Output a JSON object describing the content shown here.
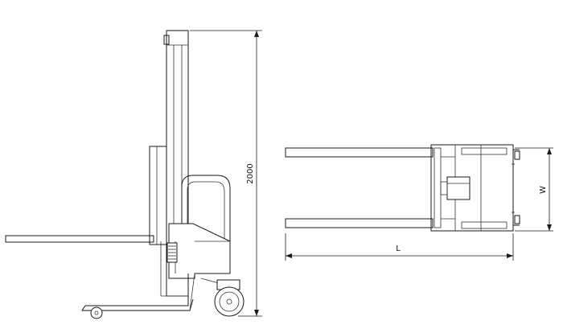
{
  "dimensions": {
    "height_value": "2000",
    "width_label": "W",
    "length_label": "L"
  }
}
